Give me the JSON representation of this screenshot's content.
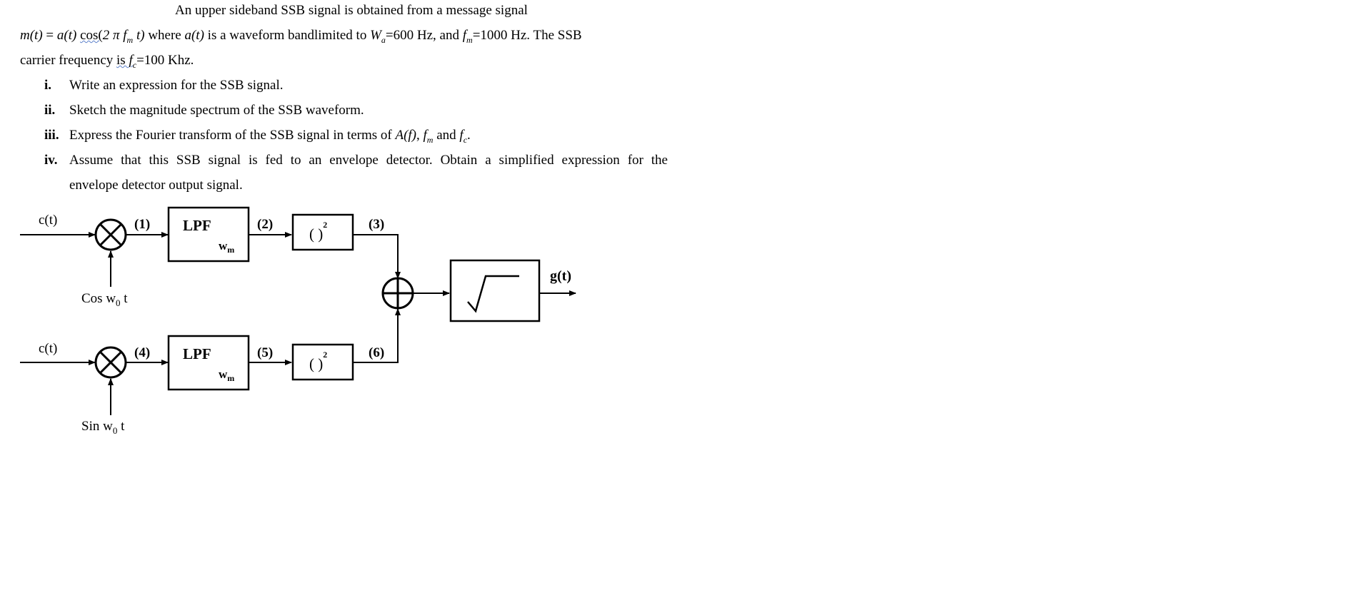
{
  "problem": {
    "intro": "An upper sideband SSB signal is obtained from a message signal",
    "line2": {
      "m_t": "m(t)",
      "eq": " = ",
      "a_t": "a(t)",
      "cos": "cos(",
      "two_pi": "2 π ",
      "fm_f": "f",
      "fm_sub": "m",
      "t_close": " t)",
      "where": " where ",
      "a_t2": "a(t)",
      "bandlimited": " is a waveform bandlimited to ",
      "Wa_W": "W",
      "Wa_sub": "a",
      "Wa_val": "=600 Hz, and ",
      "fm2_f": "f",
      "fm2_sub": "m",
      "fm2_val": "=1000 Hz.  The SSB"
    },
    "line3": {
      "pre": "carrier frequency ",
      "is": "is ",
      "fc_f": "f",
      "fc_sub": "c",
      "fc_val": "=100 Khz."
    },
    "items": [
      {
        "num": "i.",
        "text": "Write an expression for the SSB signal."
      },
      {
        "num": "ii.",
        "text": "Sketch the magnitude spectrum of the SSB waveform."
      },
      {
        "num": "iii.",
        "text_pre": "Express the Fourier transform of the SSB signal in terms of ",
        "A_f": "A(f)",
        "comma": ", ",
        "fm_f": "f",
        "fm_sub": "m",
        "and": " and ",
        "fc_f": "f",
        "fc_sub": "c",
        "dot": "."
      },
      {
        "num": "iv.",
        "text": "Assume that this SSB signal is fed to an envelope detector. Obtain a simplified expression for the",
        "text_cont": "envelope detector output signal."
      }
    ]
  },
  "diagram": {
    "input_top": "c(t)",
    "input_bottom": "c(t)",
    "node1": "(1)",
    "node2": "(2)",
    "node3": "(3)",
    "node4": "(4)",
    "node5": "(5)",
    "node6": "(6)",
    "lpf_label": "LPF",
    "lpf_w": "w",
    "lpf_w_sub": "m",
    "square_label": "(  )",
    "square_exp": "2",
    "osc_top_pre": "Cos w",
    "osc_top_sub": "0",
    "osc_top_post": " t",
    "osc_bottom_pre": "Sin w",
    "osc_bottom_sub": "0",
    "osc_bottom_post": " t",
    "output": "g(t)"
  }
}
